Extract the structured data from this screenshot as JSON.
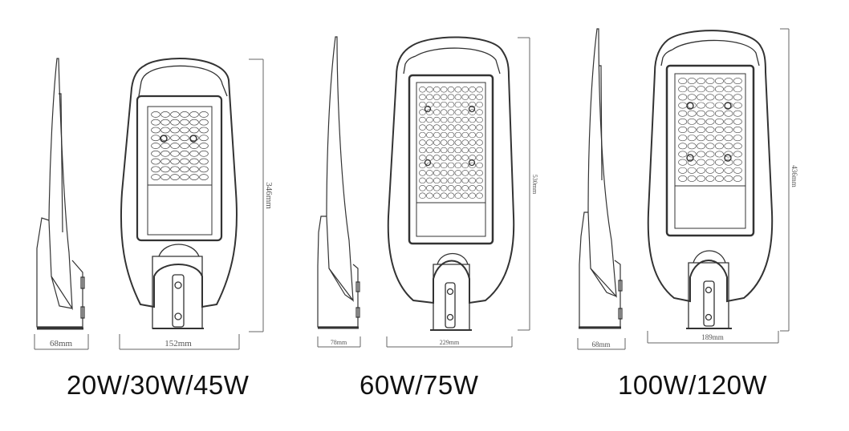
{
  "diagram": {
    "type": "technical-drawing",
    "subject": "LED street light dimensions",
    "models": [
      {
        "caption": "20W/30W/45W",
        "side_width": "68mm",
        "front_width": "152mm",
        "height": "346mm",
        "led_rows": 9,
        "led_cols": 6
      },
      {
        "caption": "60W/75W",
        "side_width": "78mm",
        "front_width": "229mm",
        "height": "530mm",
        "led_rows": 15,
        "led_cols": 9
      },
      {
        "caption": "100W/120W",
        "side_width": "68mm",
        "front_width": "189mm",
        "height": "436mm",
        "led_rows": 13,
        "led_cols": 7
      }
    ],
    "colors": {
      "line": "#333333",
      "dim_line": "#666666",
      "background": "#ffffff"
    }
  }
}
